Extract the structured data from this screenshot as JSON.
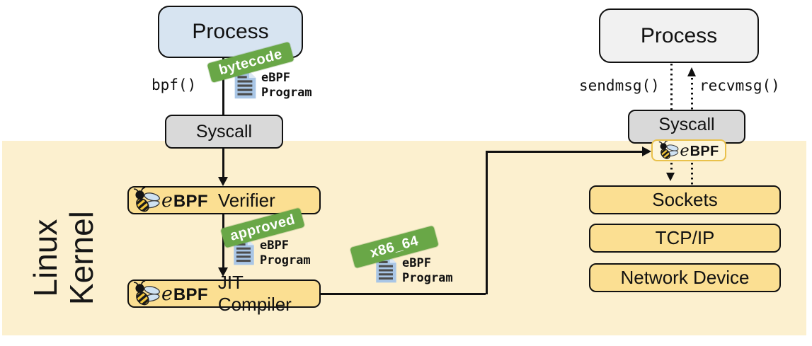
{
  "kernel": {
    "label_line1": "Linux",
    "label_line2": "Kernel"
  },
  "logo": {
    "e": "e",
    "bpf": "BPF"
  },
  "program_doc": {
    "line1": "eBPF",
    "line2": "Program"
  },
  "left": {
    "process_label": "Process",
    "bpf_call": "bpf()",
    "bytecode_tag": "bytecode",
    "syscall_label": "Syscall",
    "verifier_label": "Verifier",
    "approved_tag": "approved",
    "jit_label": "JIT Compiler",
    "x86_tag": "x86_64"
  },
  "right": {
    "process_label": "Process",
    "sendmsg_label": "sendmsg()",
    "recvmsg_label": "recvmsg()",
    "syscall_label": "Syscall",
    "sockets_label": "Sockets",
    "tcpip_label": "TCP/IP",
    "network_device_label": "Network Device"
  },
  "colors": {
    "kernel_bg": "#fcf0cf",
    "box_yellow": "#fbdf92",
    "process_blue": "#d7e4f1",
    "process_gray": "#f1f1f1",
    "syscall_gray": "#d9d9d9",
    "tag_green": "#69a747",
    "badge_bg": "#fdf6dc",
    "badge_border": "#e9c14b",
    "doc_icon_blue": "#a9c6e6",
    "line_color": "#111111"
  }
}
